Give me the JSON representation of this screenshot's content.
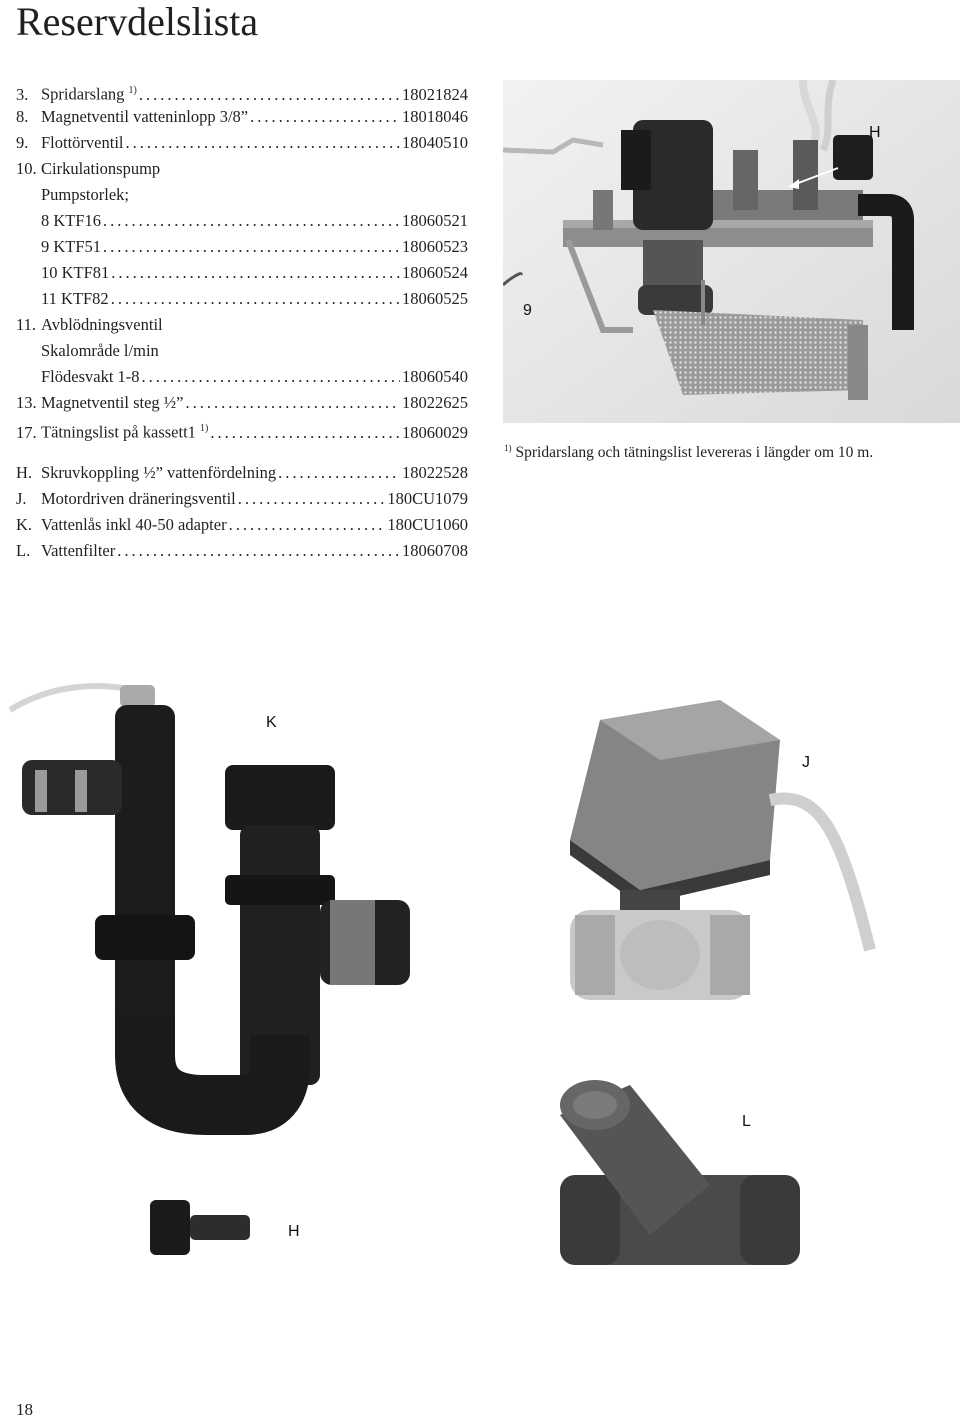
{
  "page": {
    "title": "Reservdelslista",
    "page_number": "18"
  },
  "parts": [
    {
      "num": "3.",
      "label": "Spridarslang",
      "sup": "1)",
      "code": "18021824"
    },
    {
      "num": "8.",
      "label": "Magnetventil vatteninlopp 3/8”",
      "code": "18018046"
    },
    {
      "num": "9.",
      "label": "Flottörventil",
      "code": "18040510"
    },
    {
      "num": "10.",
      "label": "Cirkulationspump"
    },
    {
      "label": "Pumpstorlek;"
    },
    {
      "label": "8 KTF16",
      "code": "18060521"
    },
    {
      "label": "9 KTF51",
      "code": "18060523"
    },
    {
      "label": "10 KTF81",
      "code": "18060524"
    },
    {
      "label": "11 KTF82",
      "code": "18060525"
    },
    {
      "num": "11.",
      "label": "Avblödningsventil"
    },
    {
      "label": "Skalområde l/min"
    },
    {
      "label": "Flödesvakt 1-8",
      "code": "18060540"
    },
    {
      "num": "13.",
      "label": "Magnetventil steg ½”",
      "code": "18022625"
    },
    {
      "num": "17.",
      "label": "Tätningslist på kassett1",
      "sup": "1)",
      "code": "18060029"
    }
  ],
  "parts_extra": [
    {
      "num": "H.",
      "label": "Skruvkoppling ½” vattenfördelning",
      "code": "18022528"
    },
    {
      "num": "J.",
      "label": "Motordriven dräneringsventil",
      "code": "180CU1079"
    },
    {
      "num": "K.",
      "label": "Vattenlås inkl 40-50 adapter",
      "code": "180CU1060"
    },
    {
      "num": "L.",
      "label": "Vattenfilter",
      "code": "18060708"
    }
  ],
  "footnote": {
    "sup": "1)",
    "text": "Spridarslang och tätningslist levereras i längder om 10 m."
  },
  "photo_labels": {
    "top_h": "H",
    "top_9": "9",
    "k": "K",
    "j": "J",
    "l": "L",
    "h_bottom": "H"
  }
}
